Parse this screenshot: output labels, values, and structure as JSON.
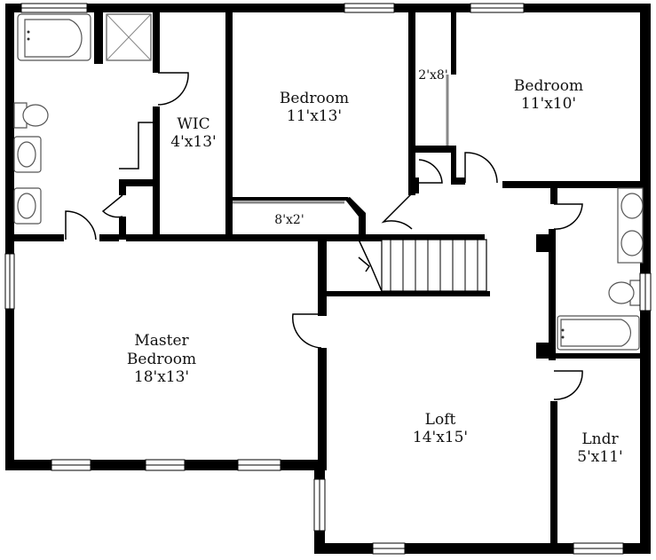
{
  "rooms": {
    "bedroom_middle": {
      "name": "Bedroom",
      "size": "11'x13'"
    },
    "bedroom_right": {
      "name": "Bedroom",
      "size": "11'x10'"
    },
    "wic": {
      "name": "WIC",
      "size": "4'x13'"
    },
    "closet_top": {
      "size": "2'x8'"
    },
    "closet_hall": {
      "size": "8'x2'"
    },
    "master": {
      "name_line1": "Master",
      "name_line2": "Bedroom",
      "size": "18'x13'"
    },
    "loft": {
      "name": "Loft",
      "size": "14'x15'"
    },
    "laundry": {
      "name": "Lndr",
      "size": "5'x11'"
    }
  },
  "colors": {
    "wall": "#000000",
    "fixture": "#555555",
    "background": "#ffffff"
  }
}
